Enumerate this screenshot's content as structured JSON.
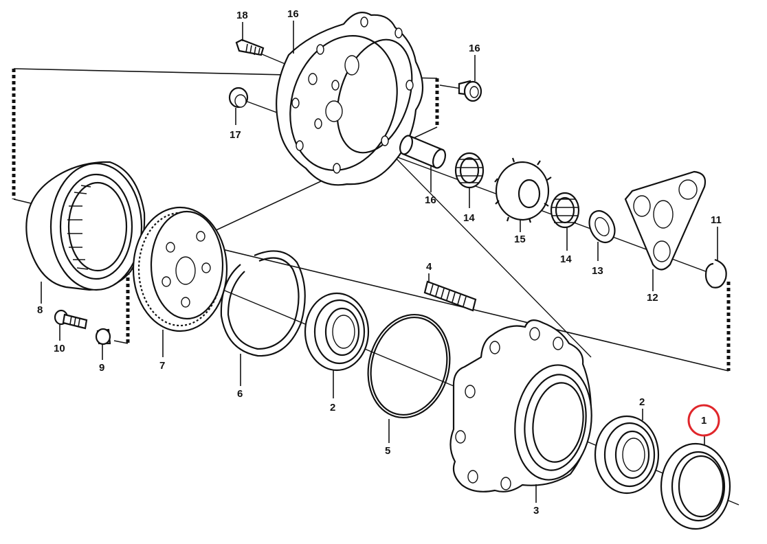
{
  "callouts": [
    {
      "id": "c18",
      "text": "18"
    },
    {
      "id": "c16a",
      "text": "16"
    },
    {
      "id": "c16b",
      "text": "16"
    },
    {
      "id": "c17",
      "text": "17"
    },
    {
      "id": "c16c",
      "text": "16"
    },
    {
      "id": "c14a",
      "text": "14"
    },
    {
      "id": "c15",
      "text": "15"
    },
    {
      "id": "c14b",
      "text": "14"
    },
    {
      "id": "c13",
      "text": "13"
    },
    {
      "id": "c12",
      "text": "12"
    },
    {
      "id": "c11",
      "text": "11"
    },
    {
      "id": "c8",
      "text": "8"
    },
    {
      "id": "c10",
      "text": "10"
    },
    {
      "id": "c9",
      "text": "9"
    },
    {
      "id": "c7",
      "text": "7"
    },
    {
      "id": "c6",
      "text": "6"
    },
    {
      "id": "c4",
      "text": "4"
    },
    {
      "id": "c2a",
      "text": "2"
    },
    {
      "id": "c5",
      "text": "5"
    },
    {
      "id": "c3",
      "text": "3"
    },
    {
      "id": "c2b",
      "text": "2"
    },
    {
      "id": "c1",
      "text": "1"
    }
  ],
  "highlight": {
    "callout": "1",
    "color": "#e0262b"
  }
}
